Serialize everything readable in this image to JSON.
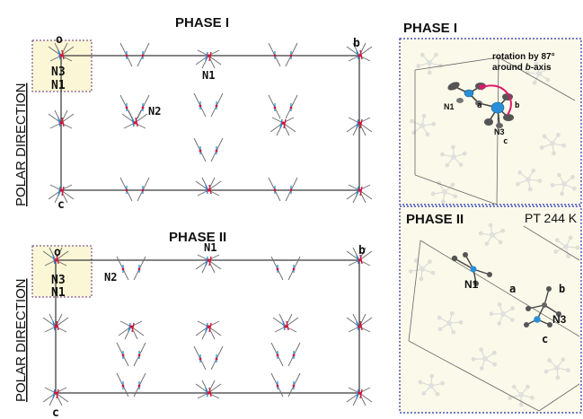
{
  "left": {
    "phase1": {
      "title": "PHASE I",
      "polar_label": "POLAR DIRECTION",
      "origin": "o",
      "axis_b": "b",
      "axis_c": "c",
      "inset_n3": "N3",
      "inset_n1": "N1",
      "label_n1": "N1",
      "label_n2": "N2"
    },
    "phase2": {
      "title": "PHASE II",
      "polar_label": "POLAR DIRECTION",
      "origin": "o",
      "axis_b": "b",
      "axis_c": "c",
      "inset_n3": "N3",
      "inset_n1": "N1",
      "label_n1": "N1",
      "label_n2": "N2"
    }
  },
  "right": {
    "phase1": {
      "title": "PHASE I",
      "note_line1": "rotation by 87°",
      "note_line2_prefix": "around ",
      "note_line2_axis": "b",
      "note_line2_suffix": "-axis",
      "label_n1": "N1",
      "label_a": "a",
      "label_b": "b",
      "label_n3": "N3",
      "label_c": "c"
    },
    "phase2": {
      "title": "PHASE II",
      "subtitle": "PT 244 K",
      "label_n1": "N1",
      "label_a": "a",
      "label_b": "b",
      "label_n3": "N3",
      "label_c": "c"
    }
  },
  "colors": {
    "inset_fill": "#fbf7d6",
    "inset_border": "#6a2d7a",
    "panel_border": "#1f2fa8",
    "panel_fill": "#fbf9ea",
    "nitrogen": "#2a8fd8",
    "accent_red": "#d4143a",
    "arrow_magenta": "#e0186c",
    "bond": "#555555"
  }
}
